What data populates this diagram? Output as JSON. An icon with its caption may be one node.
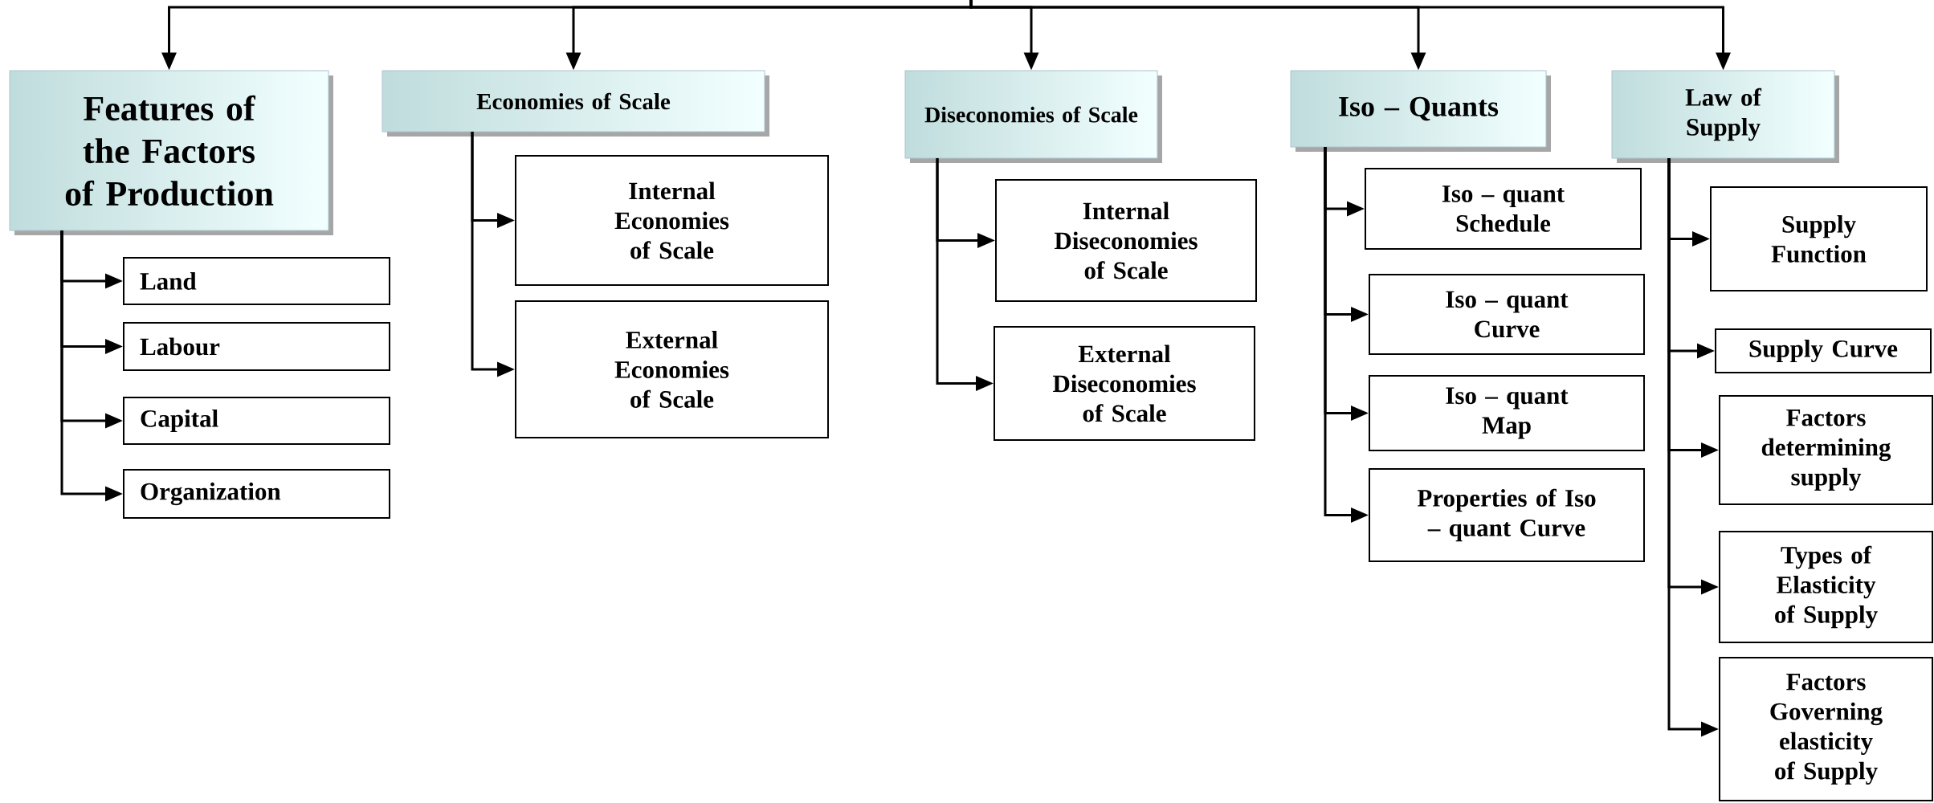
{
  "diagram": {
    "nodes": [
      {
        "text": [
          "Features of the Factors of Production"
        ]
      },
      {
        "text": [
          "Economies of Scale"
        ]
      },
      {
        "text": [
          "Diseconomies of Scale"
        ]
      },
      {
        "text": [
          "Iso – Quants"
        ]
      },
      {
        "text": [
          "Law of Supply"
        ]
      },
      {
        "text": [
          "Land"
        ]
      },
      {
        "text": [
          "Labour"
        ]
      },
      {
        "text": [
          "Capital"
        ]
      },
      {
        "text": [
          "Organization"
        ]
      },
      {
        "text": [
          "Internal Economies of Scale"
        ]
      },
      {
        "text": [
          "External Economies of Scale"
        ]
      },
      {
        "text": [
          "Internal Diseconomies of Scale"
        ]
      },
      {
        "text": [
          "External Diseconomies of Scale"
        ]
      },
      {
        "text": [
          "Iso – quant Schedule"
        ]
      },
      {
        "text": [
          "Iso – quant Curve"
        ]
      },
      {
        "text": [
          "Iso – quant Map"
        ]
      },
      {
        "text": [
          "Properties of Iso – quant Curve"
        ]
      },
      {
        "text": [
          "Supply Function"
        ]
      },
      {
        "text": [
          "Supply Curve"
        ]
      },
      {
        "text": [
          "Factors determining supply"
        ]
      },
      {
        "text": [
          "Types of Elasticity of Supply"
        ]
      },
      {
        "text": [
          "Factors Governing elasticity of Supply"
        ]
      }
    ],
    "edges": [
      {
        "from": null,
        "to": 0,
        "arrow": "to"
      },
      {
        "from": null,
        "to": 1,
        "arrow": "to"
      },
      {
        "from": null,
        "to": 2,
        "arrow": "to"
      },
      {
        "from": null,
        "to": 3,
        "arrow": "to"
      },
      {
        "from": null,
        "to": 4,
        "arrow": "to"
      },
      {
        "from": 0,
        "to": 5,
        "arrow": "to"
      },
      {
        "from": 0,
        "to": 6,
        "arrow": "to"
      },
      {
        "from": 0,
        "to": 7,
        "arrow": "to"
      },
      {
        "from": 0,
        "to": 8,
        "arrow": "to"
      },
      {
        "from": 1,
        "to": 9,
        "arrow": "to"
      },
      {
        "from": 1,
        "to": 10,
        "arrow": "to"
      },
      {
        "from": 2,
        "to": 11,
        "arrow": "to"
      },
      {
        "from": 2,
        "to": 12,
        "arrow": "to"
      },
      {
        "from": 3,
        "to": 13,
        "arrow": "to"
      },
      {
        "from": 3,
        "to": 14,
        "arrow": "to"
      },
      {
        "from": 3,
        "to": 15,
        "arrow": "to"
      },
      {
        "from": 3,
        "to": 16,
        "arrow": "to"
      },
      {
        "from": 4,
        "to": 17,
        "arrow": "to"
      },
      {
        "from": 4,
        "to": 18,
        "arrow": "to"
      },
      {
        "from": 4,
        "to": 19,
        "arrow": "to"
      },
      {
        "from": 4,
        "to": 20,
        "arrow": "to"
      },
      {
        "from": 4,
        "to": 21,
        "arrow": "to"
      }
    ]
  }
}
